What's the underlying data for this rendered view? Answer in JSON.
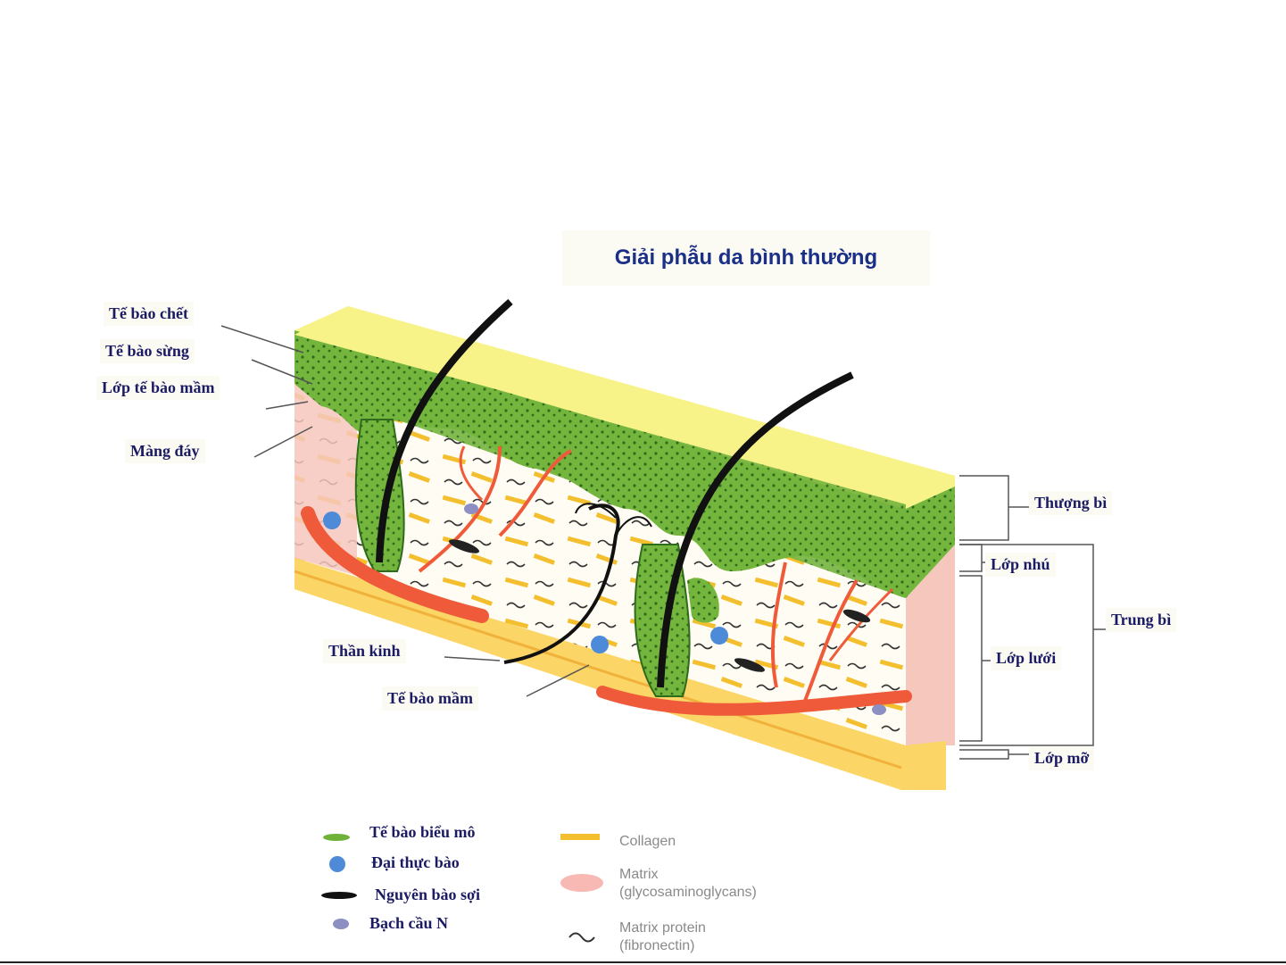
{
  "title": "Giải phẫu da bình thường",
  "labels": {
    "te_bao_chet": "Tế bào chết",
    "te_bao_sung": "Tế bào sừng",
    "lop_te_bao_mam": "Lớp tế bào mầm",
    "mang_day": "Màng đáy",
    "than_kinh": "Thần kinh",
    "te_bao_mam": "Tế bào mầm",
    "thuong_bi": "Thượng bì",
    "lop_nhu": "Lớp nhú",
    "trung_bi": "Trung bì",
    "lop_luoi": "Lớp lưới",
    "lop_mo": "Lớp mỡ"
  },
  "legend": {
    "left": [
      {
        "text": "Tế bào biểu mô",
        "icon": "epithelial-cell-icon"
      },
      {
        "text": "Đại thực bào",
        "icon": "macrophage-icon"
      },
      {
        "text": "Nguyên bào sợi",
        "icon": "fibroblast-icon"
      },
      {
        "text": "Bạch cầu N",
        "icon": "neutrophil-icon"
      }
    ],
    "right": [
      {
        "text": "Collagen",
        "icon": "collagen-icon"
      },
      {
        "text": "Matrix\n(glycosaminoglycans)",
        "icon": "matrix-icon"
      },
      {
        "text": "Matrix protein\n(fibronectin)",
        "icon": "matrix-protein-icon"
      }
    ]
  },
  "colors": {
    "epidermis_top": "#f7f389",
    "epidermis_green": "#6fb23a",
    "dermis_pink": "#f6c7bd",
    "dermis_white": "#fffdf3",
    "vessel": "#ef5a3a",
    "fat": "#fbd566",
    "hair": "#111111",
    "title_blue": "#1a2f86",
    "label_blue": "#1b1b63"
  }
}
